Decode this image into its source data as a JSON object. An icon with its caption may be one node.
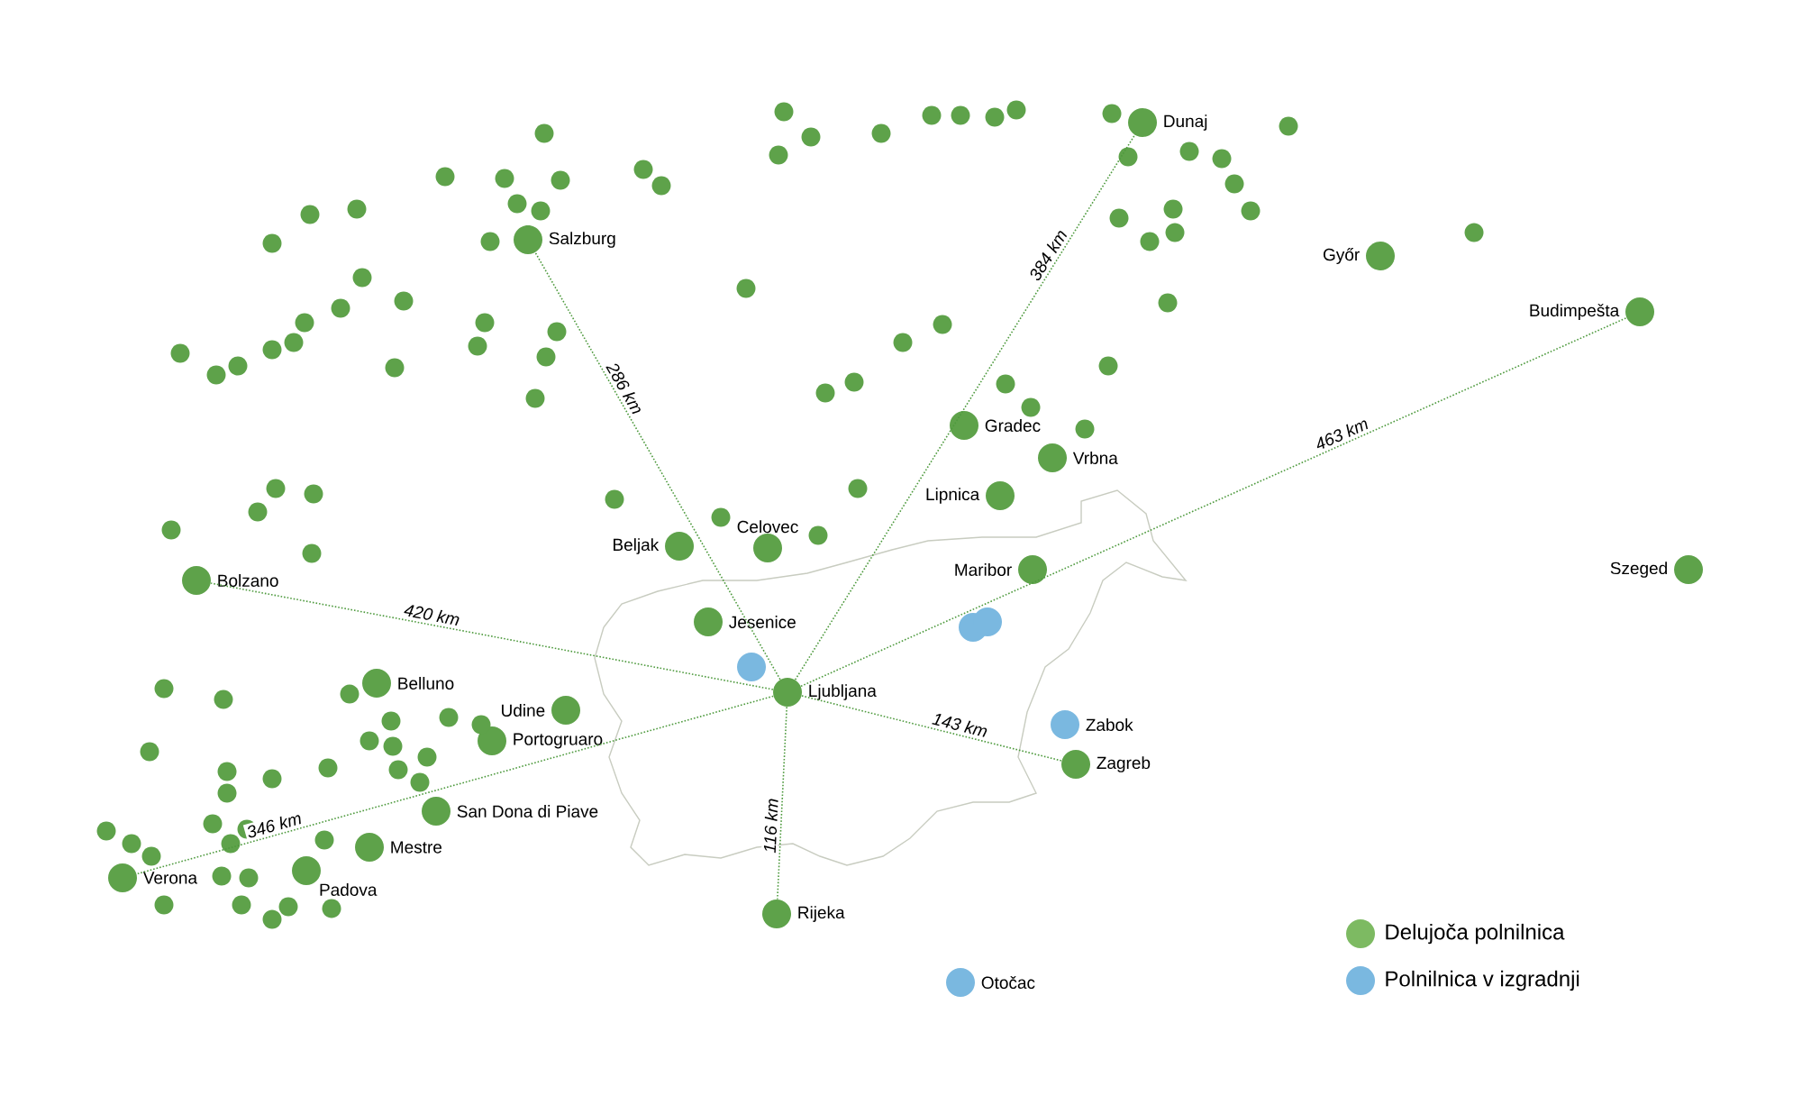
{
  "diagram": {
    "nodes": [
      {
        "text": [
          "Dunaj"
        ]
      },
      {
        "text": [
          "Salzburg"
        ]
      },
      {
        "text": [
          "Győr"
        ]
      },
      {
        "text": [
          "Budimpešta"
        ]
      },
      {
        "text": [
          "Gradec"
        ]
      },
      {
        "text": [
          "Vrbna"
        ]
      },
      {
        "text": [
          "Lipnica"
        ]
      },
      {
        "text": [
          "Celovec"
        ]
      },
      {
        "text": [
          "Beljak"
        ]
      },
      {
        "text": [
          "Maribor"
        ]
      },
      {
        "text": [
          "Szeged"
        ]
      },
      {
        "text": [
          "Bolzano"
        ]
      },
      {
        "text": [
          "Jesenice"
        ]
      },
      {
        "text": [
          "Ljubljana"
        ]
      },
      {
        "text": [
          "Belluno"
        ]
      },
      {
        "text": [
          "Udine"
        ]
      },
      {
        "text": [
          "Zabok"
        ]
      },
      {
        "text": [
          "Zagreb"
        ]
      },
      {
        "text": [
          "Portogruaro"
        ]
      },
      {
        "text": [
          "San Dona di Piave"
        ]
      },
      {
        "text": [
          "Mestre"
        ]
      },
      {
        "text": [
          "Padova"
        ]
      },
      {
        "text": [
          "Verona"
        ]
      },
      {
        "text": [
          "Rijeka"
        ]
      },
      {
        "text": [
          "Otočac"
        ]
      },
      {
        "text": [],
        "shape": "circle"
      },
      {
        "text": [],
        "shape": "circle"
      },
      {
        "text": [],
        "shape": "circle"
      },
      {
        "text": [],
        "shape": "circle"
      },
      {
        "text": [],
        "shape": "circle"
      },
      {
        "text": [],
        "shape": "circle"
      },
      {
        "text": [],
        "shape": "circle"
      },
      {
        "text": [],
        "shape": "circle"
      },
      {
        "text": [],
        "shape": "circle"
      },
      {
        "text": [],
        "shape": "circle"
      },
      {
        "text": [],
        "shape": "circle"
      },
      {
        "text": [],
        "shape": "circle"
      },
      {
        "text": [],
        "shape": "circle"
      },
      {
        "text": [],
        "shape": "circle"
      },
      {
        "text": [],
        "shape": "circle"
      },
      {
        "text": [],
        "shape": "circle"
      },
      {
        "text": [],
        "shape": "circle"
      },
      {
        "text": [],
        "shape": "circle"
      },
      {
        "text": [],
        "shape": "circle"
      },
      {
        "text": [],
        "shape": "circle"
      },
      {
        "text": [],
        "shape": "circle"
      },
      {
        "text": [],
        "shape": "circle"
      },
      {
        "text": [],
        "shape": "circle"
      },
      {
        "text": [],
        "shape": "circle"
      },
      {
        "text": [],
        "shape": "circle"
      },
      {
        "text": [],
        "shape": "circle"
      },
      {
        "text": [],
        "shape": "circle"
      },
      {
        "text": [],
        "shape": "circle"
      },
      {
        "text": [],
        "shape": "circle"
      },
      {
        "text": [],
        "shape": "circle"
      },
      {
        "text": [],
        "shape": "circle"
      },
      {
        "text": [],
        "shape": "circle"
      },
      {
        "text": [],
        "shape": "circle"
      },
      {
        "text": [],
        "shape": "circle"
      },
      {
        "text": [],
        "shape": "circle"
      },
      {
        "text": [],
        "shape": "circle"
      },
      {
        "text": [],
        "shape": "circle"
      },
      {
        "text": [],
        "shape": "circle"
      },
      {
        "text": [],
        "shape": "circle"
      },
      {
        "text": [],
        "shape": "circle"
      },
      {
        "text": [],
        "shape": "circle"
      },
      {
        "text": [],
        "shape": "circle"
      },
      {
        "text": [],
        "shape": "circle"
      },
      {
        "text": [],
        "shape": "circle"
      },
      {
        "text": [],
        "shape": "circle"
      },
      {
        "text": [],
        "shape": "circle"
      },
      {
        "text": [],
        "shape": "circle"
      },
      {
        "text": [],
        "shape": "circle"
      },
      {
        "text": [],
        "shape": "circle"
      },
      {
        "text": [],
        "shape": "circle"
      },
      {
        "text": [],
        "shape": "circle"
      },
      {
        "text": [],
        "shape": "circle"
      },
      {
        "text": [],
        "shape": "circle"
      },
      {
        "text": [],
        "shape": "circle"
      },
      {
        "text": [],
        "shape": "circle"
      },
      {
        "text": [],
        "shape": "circle"
      },
      {
        "text": [],
        "shape": "circle"
      },
      {
        "text": [],
        "shape": "circle"
      },
      {
        "text": [],
        "shape": "circle"
      },
      {
        "text": [],
        "shape": "circle"
      },
      {
        "text": [],
        "shape": "circle"
      },
      {
        "text": [],
        "shape": "circle"
      },
      {
        "text": [],
        "shape": "circle"
      },
      {
        "text": [],
        "shape": "circle"
      },
      {
        "text": [],
        "shape": "circle"
      },
      {
        "text": [],
        "shape": "circle"
      },
      {
        "text": [],
        "shape": "circle"
      },
      {
        "text": [],
        "shape": "circle"
      },
      {
        "text": [],
        "shape": "circle"
      },
      {
        "text": [],
        "shape": "circle"
      },
      {
        "text": [],
        "shape": "circle"
      },
      {
        "text": [],
        "shape": "circle"
      },
      {
        "text": [],
        "shape": "circle"
      },
      {
        "text": [],
        "shape": "circle"
      },
      {
        "text": [],
        "shape": "circle"
      },
      {
        "text": [],
        "shape": "circle"
      },
      {
        "text": [],
        "shape": "circle"
      },
      {
        "text": [],
        "shape": "circle"
      },
      {
        "text": [],
        "shape": "circle"
      },
      {
        "text": [],
        "shape": "circle"
      },
      {
        "text": [],
        "shape": "circle"
      },
      {
        "text": [],
        "shape": "circle"
      },
      {
        "text": [],
        "shape": "circle"
      },
      {
        "text": [],
        "shape": "circle"
      },
      {
        "text": [],
        "shape": "circle"
      },
      {
        "text": [],
        "shape": "circle"
      },
      {
        "text": [],
        "shape": "circle"
      },
      {
        "text": [],
        "shape": "circle"
      },
      {
        "text": [],
        "shape": "circle"
      },
      {
        "text": [],
        "shape": "circle"
      },
      {
        "text": [],
        "shape": "circle"
      },
      {
        "text": [],
        "shape": "circle"
      },
      {
        "text": [],
        "shape": "circle"
      },
      {
        "text": [],
        "shape": "circle"
      },
      {
        "text": [],
        "shape": "circle"
      },
      {
        "text": [],
        "shape": "circle"
      },
      {
        "text": [],
        "shape": "circle"
      },
      {
        "text": [],
        "shape": "circle"
      },
      {
        "text": [],
        "shape": "circle"
      }
    ],
    "edges": [
      {
        "from": 13,
        "to": 1,
        "arrow": "none",
        "label": "286 km"
      },
      {
        "from": 13,
        "to": 0,
        "arrow": "none",
        "label": "384 km"
      },
      {
        "from": 13,
        "to": 3,
        "arrow": "none",
        "label": "463 km"
      },
      {
        "from": 13,
        "to": 11,
        "arrow": "none",
        "label": "420 km"
      },
      {
        "from": 13,
        "to": 22,
        "arrow": "none",
        "label": "346 km"
      },
      {
        "from": 13,
        "to": 17,
        "arrow": "none",
        "label": "143 km"
      },
      {
        "from": 13,
        "to": 23,
        "arrow": "none",
        "label": "116 km"
      }
    ],
    "legend": [
      {
        "text": "Delujoča polnilnica",
        "color": "#7dba62"
      },
      {
        "text": "Polnilnica v izgradnji",
        "color": "#7ab8e0"
      }
    ]
  }
}
